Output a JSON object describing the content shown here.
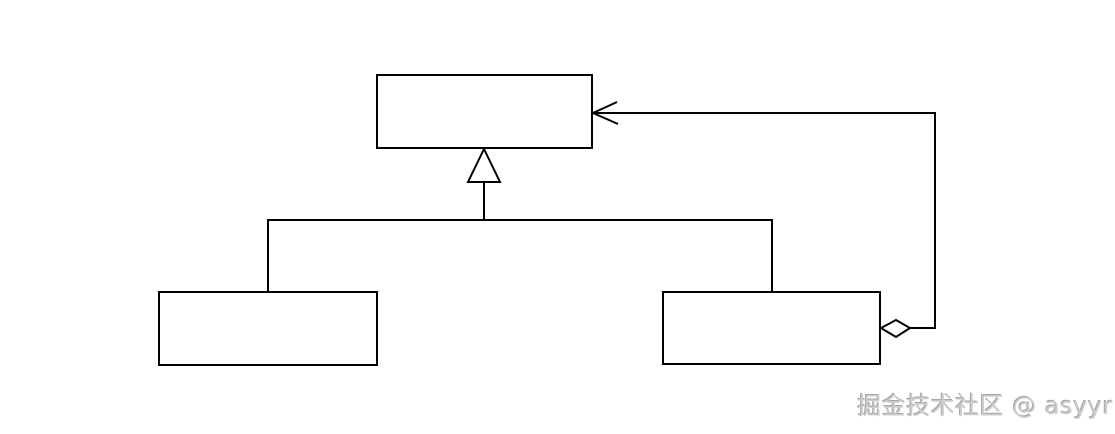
{
  "diagram": {
    "type": "uml-class-diagram",
    "description": "Three empty class boxes. Top box is a superclass. Two bottom boxes are subclasses joined to the superclass through a shared hollow-triangle (generalization/inheritance) connector. The bottom-right box carries a hollow diamond (aggregation) on its right edge, with a line routing right and up into the superclass's right edge ending in an open arrowhead.",
    "nodes": [
      {
        "id": "superclass",
        "label": ""
      },
      {
        "id": "subclass-left",
        "label": ""
      },
      {
        "id": "subclass-right",
        "label": ""
      }
    ],
    "edges": [
      {
        "from": "subclass-left",
        "to": "superclass",
        "type": "generalization",
        "marker": "hollow-triangle"
      },
      {
        "from": "subclass-right",
        "to": "superclass",
        "type": "generalization",
        "marker": "hollow-triangle"
      },
      {
        "from": "subclass-right",
        "to": "superclass",
        "type": "aggregation",
        "source_marker": "hollow-diamond",
        "target_marker": "open-arrow"
      }
    ]
  },
  "watermark": {
    "text": "掘金技术社区 @ asyyr"
  },
  "colors": {
    "background": "#ffffff",
    "line": "#000000",
    "box_fill": "#ffffff",
    "watermark": "#cccccc"
  }
}
